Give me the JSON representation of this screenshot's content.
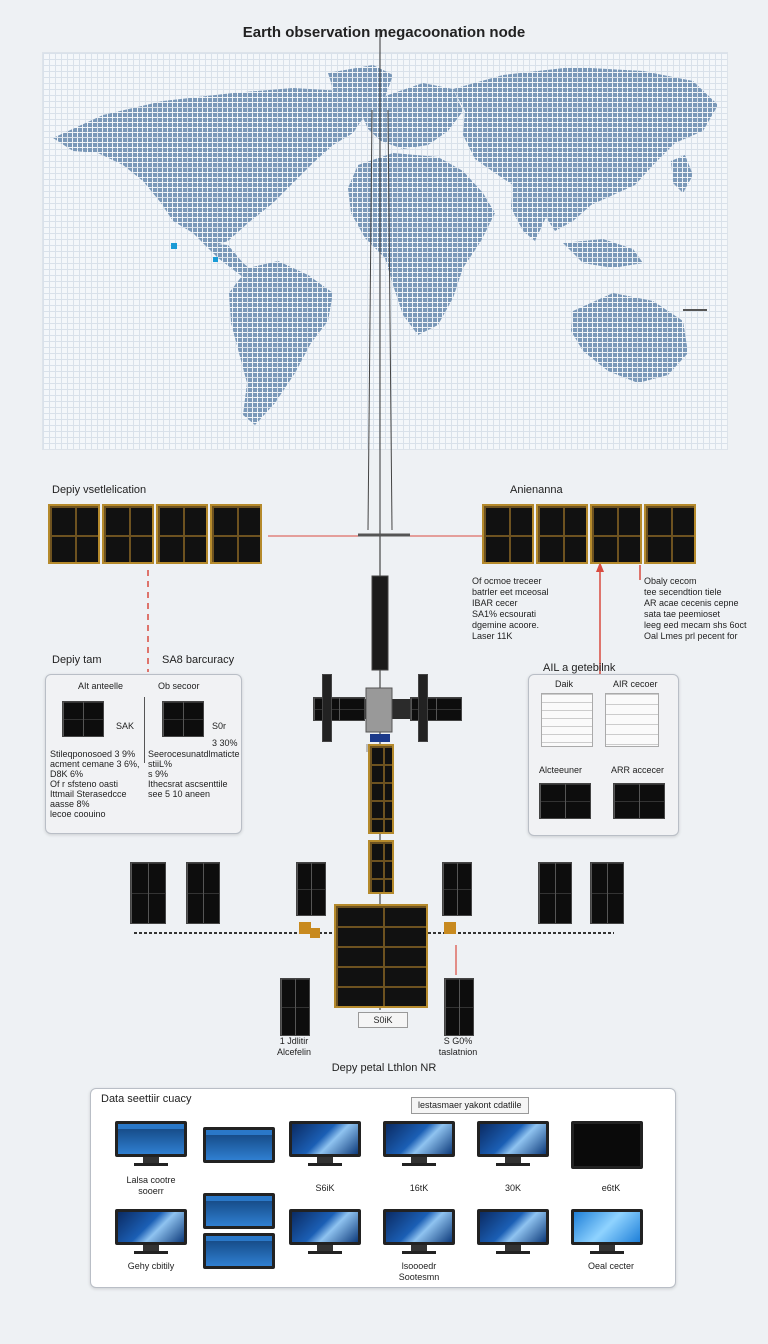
{
  "title": "Earth observation megacoonation node",
  "left_array_label": "Depiy vsetlelication",
  "right_array_label": "Anienanna",
  "right_notes_left": [
    "Of ocmoe treceer",
    "batrler eet mceosal",
    "IBAR cecer",
    "SA1% ecsourati",
    "dgemine acoore.",
    "Laser 11K"
  ],
  "right_notes_right": [
    "Obaly cecom",
    "tee secendtion tiele",
    "AR acae cecenis cepne",
    "sata tae peemioset",
    "leeg eed mecam shs 6oct",
    "Oal Lmes prl pecent for"
  ],
  "left_block": {
    "label_a": "Depiy tam",
    "label_b": "SA8 barcuracy",
    "card_title_a": "AIt anteelle",
    "card_title_b": "Ob secoor",
    "sub_a": "SAK",
    "sub_b": "S0r",
    "sub_b2": "3 30%",
    "notes_left": [
      "Stileqponosoed 3 9%",
      "acment cemane 3 6%,",
      "D8K 6%",
      "Of r sfsteno oasti",
      "Ittmail Sterasedcce",
      "aasse 8%",
      "lecoe coouino"
    ],
    "notes_right": [
      "Seerocesunatdlmaticte",
      "stiiL%",
      "s 9%",
      "",
      "Ithecsrat ascsenttile",
      "see 5 10 aneen"
    ]
  },
  "right_block": {
    "header": "AIL a getebilnk",
    "col_a": "Daik",
    "col_b": "AIR cecoer",
    "row_a": "Alcteeuner",
    "row_b": "ARR accecer"
  },
  "bottom_labels": {
    "left_panel": "1 Jdlitir\nAlcefelin",
    "center_tag": "S0iK",
    "right_panel": "S G0%\ntaslatnion",
    "center_caption": "Depy petal Lthlon NR"
  },
  "data_card": {
    "title": "Data seettiir cuacy",
    "tag": "lestasmaer yakont cdatlile",
    "labels": [
      "Lalsa cootre\nsooerr",
      "S6iK",
      "16tK",
      "30K",
      "e6tK",
      "Gehy cbitily",
      "lsoooedr\nSootesmn",
      "Oeal cecter"
    ]
  },
  "colors": {
    "background": "#eef1f4",
    "map_land": "#7a98b8",
    "accent_red": "#d94b3f",
    "panel_gold": "#b58a2c"
  }
}
